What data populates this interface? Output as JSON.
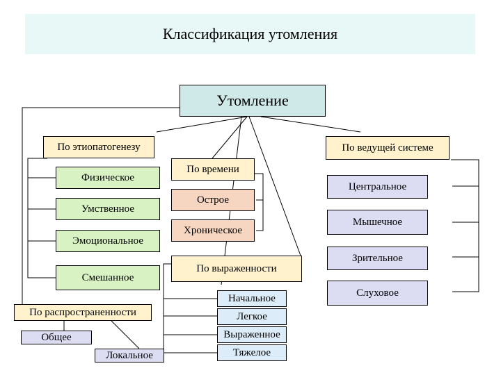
{
  "title": "Классификация утомления",
  "root": "Утомление",
  "groups": {
    "etiopathogenesis": {
      "label": "По этиопатогенезу",
      "items": [
        "Физическое",
        "Умственное",
        "Эмоциональное",
        "Смешанное"
      ]
    },
    "leading_system": {
      "label": "По ведущей системе",
      "items": [
        "Центральное",
        "Мышечное",
        "Зрительное",
        "Слуховое"
      ]
    },
    "time": {
      "label": "По времени",
      "items": [
        "Острое",
        "Хроническое"
      ]
    },
    "severity": {
      "label": "По выраженности",
      "items": [
        "Начальное",
        "Легкое",
        "Выраженное",
        "Тяжелое"
      ]
    },
    "prevalence": {
      "label": "По распространенности",
      "items": [
        "Общее",
        "Локальное"
      ]
    }
  }
}
